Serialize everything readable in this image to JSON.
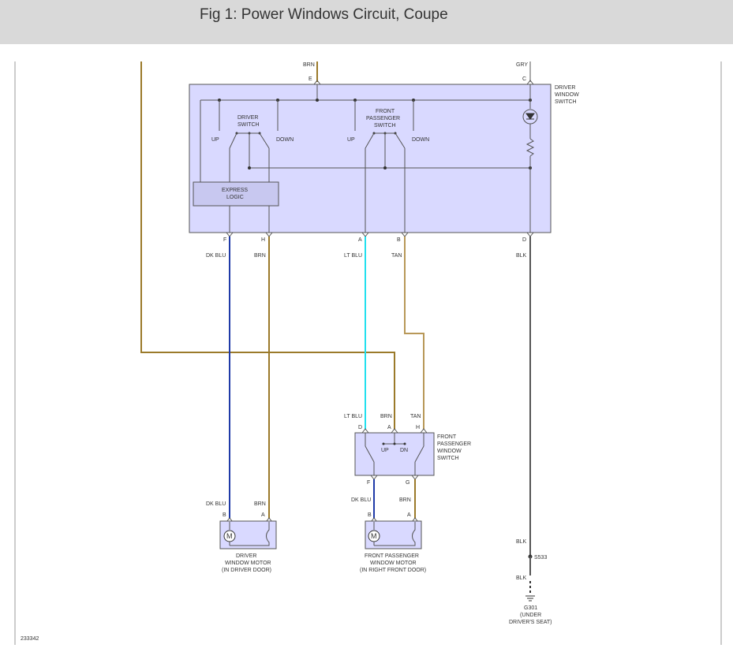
{
  "header": {
    "title": "Fig 1: Power Windows Circuit, Coupe"
  },
  "colors": {
    "box_fill": "#d9d9ff",
    "brn": "#9b7a2a",
    "dk_blu": "#1f3aa8",
    "lt_blu": "#22e0ee",
    "tan": "#b89858",
    "blk": "#555555"
  },
  "driver_window_switch": {
    "title": [
      "DRIVER",
      "WINDOW",
      "SWITCH"
    ],
    "top_pins": {
      "e": "E",
      "c": "C"
    },
    "top_wires": {
      "brn": "BRN",
      "gry": "GRY"
    },
    "driver_switch": [
      "DRIVER",
      "SWITCH"
    ],
    "front_passenger_switch": [
      "FRONT",
      "PASSENGER",
      "SWITCH"
    ],
    "up": "UP",
    "down": "DOWN",
    "express_logic": [
      "EXPRESS",
      "LOGIC"
    ],
    "bottom_pins": {
      "f": "F",
      "h": "H",
      "a": "A",
      "b": "B",
      "d": "D"
    }
  },
  "wire_labels": {
    "dk_blu": "DK BLU",
    "brn": "BRN",
    "lt_blu": "LT BLU",
    "tan": "TAN",
    "blk": "BLK"
  },
  "fp_window_switch": {
    "title": [
      "FRONT",
      "PASSENGER",
      "WINDOW",
      "SWITCH"
    ],
    "top_pins": {
      "d": "D",
      "a": "A",
      "h": "H"
    },
    "up": "UP",
    "dn": "DN",
    "bottom_pins": {
      "f": "F",
      "g": "G"
    }
  },
  "driver_motor": {
    "pins": {
      "b": "B",
      "a": "A"
    },
    "symbol": "M",
    "label": [
      "DRIVER",
      "WINDOW MOTOR",
      "(IN DRIVER DOOR)"
    ]
  },
  "fp_motor": {
    "pins": {
      "b": "B",
      "a": "A"
    },
    "symbol": "M",
    "label": [
      "FRONT PASSENGER",
      "WINDOW MOTOR",
      "(IN RIGHT FRONT DOOR)"
    ]
  },
  "splice": "S533",
  "ground": [
    "G301",
    "(UNDER",
    "DRIVER'S SEAT)"
  ],
  "figure_number": "233342"
}
